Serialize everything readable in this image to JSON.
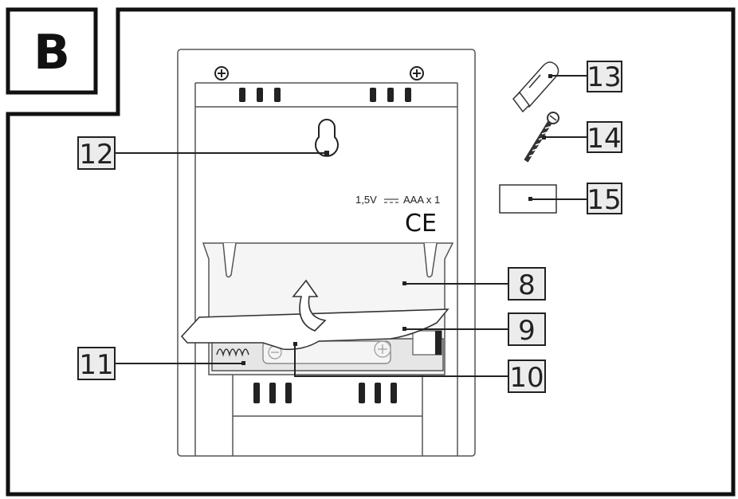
{
  "panel": {
    "label": "B"
  },
  "device": {
    "spec_voltage": "1,5V",
    "spec_battery": "AAA x 1",
    "ce_mark": "CE"
  },
  "callouts": {
    "c8": "8",
    "c9": "9",
    "c10": "10",
    "c11": "11",
    "c12": "12",
    "c13": "13",
    "c14": "14",
    "c15": "15"
  }
}
